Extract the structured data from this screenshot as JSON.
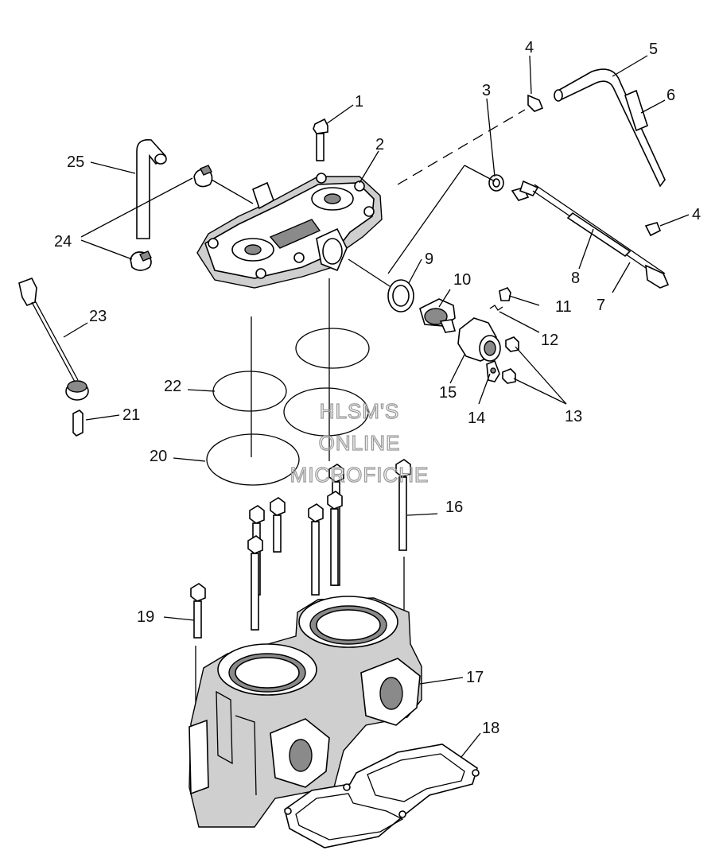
{
  "callouts": {
    "c1": "1",
    "c2": "2",
    "c3": "3",
    "c4a": "4",
    "c4b": "4",
    "c5": "5",
    "c6": "6",
    "c7": "7",
    "c8": "8",
    "c9": "9",
    "c10": "10",
    "c11": "11",
    "c12": "12",
    "c13": "13",
    "c14": "14",
    "c15": "15",
    "c16": "16",
    "c17": "17",
    "c18": "18",
    "c19": "19",
    "c20": "20",
    "c21": "21",
    "c22": "22",
    "c23": "23",
    "c24": "24",
    "c25": "25"
  },
  "watermark": {
    "line1": "HLSM'S",
    "line2": "ONLINE",
    "line3": "MICROFICHE"
  }
}
